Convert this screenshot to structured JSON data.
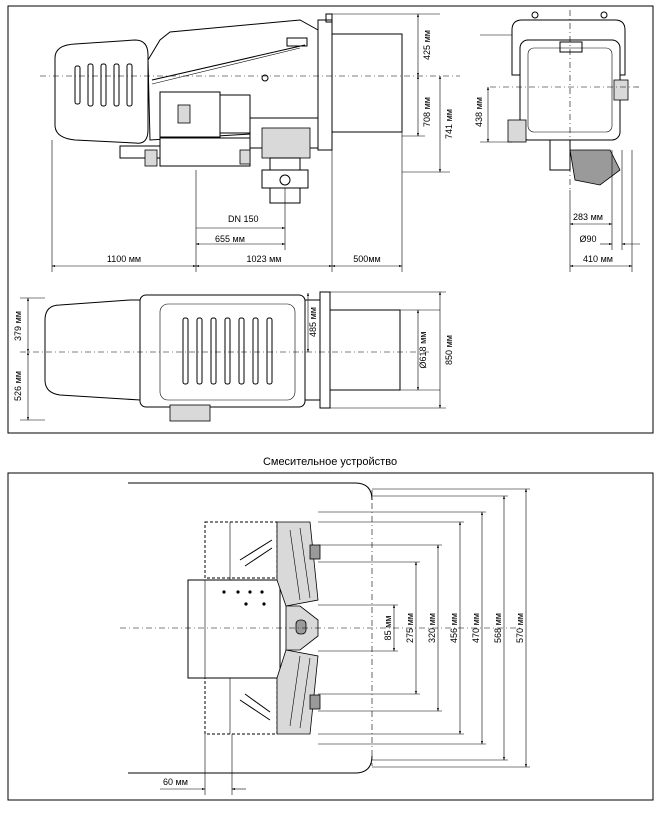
{
  "panels": {
    "top": {
      "side_view": {
        "dims": {
          "d425": "425 мм",
          "d708": "708 мм",
          "d741": "741 мм",
          "dn150": "DN 150",
          "d655": "655 мм",
          "d1100": "1100 мм",
          "d1023": "1023 мм",
          "d500": "500мм"
        }
      },
      "front_view": {
        "dims": {
          "d438": "438 мм",
          "d283": "283 мм",
          "d90": "Ø90",
          "d410": "410 мм"
        }
      },
      "plan_view": {
        "dims": {
          "d379": "379 мм",
          "d526": "526 мм",
          "d485": "485 мм",
          "d618": "Ø618 мм",
          "d850": "850 мм"
        }
      }
    },
    "bottom": {
      "caption": "Смесительное устройство",
      "dims": {
        "d85": "85 мм",
        "d275": "275 мм",
        "d320": "320 мм",
        "d456": "456 мм",
        "d470": "470 мм",
        "d568": "568 мм",
        "d570": "570 мм",
        "d60": "60 мм"
      }
    }
  }
}
